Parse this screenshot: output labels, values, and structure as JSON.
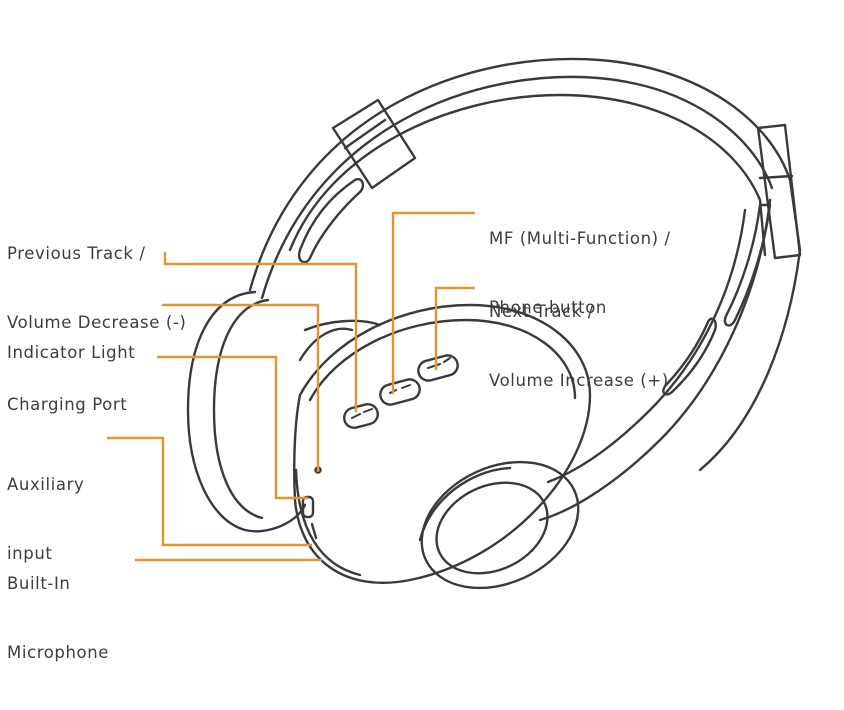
{
  "colors": {
    "outline": "#3a3a3a",
    "leader": "#e0962f",
    "text": "#3d3d3d",
    "background": "#ffffff"
  },
  "labels": {
    "previous_track": {
      "line1": "Previous Track /",
      "line2": "Volume Decrease (-)"
    },
    "indicator_light": {
      "line1": "Indicator Light"
    },
    "charging_port": {
      "line1": "Charging Port"
    },
    "auxiliary_input": {
      "line1": "Auxiliary",
      "line2": "input"
    },
    "built_in_microphone": {
      "line1": "Built-In",
      "line2": "Microphone"
    },
    "mf_button": {
      "line1": "MF (Multi-Function) /",
      "line2": "Phone button"
    },
    "next_track": {
      "line1": "Next Track /",
      "line2": "Volume Increase (+)"
    }
  }
}
